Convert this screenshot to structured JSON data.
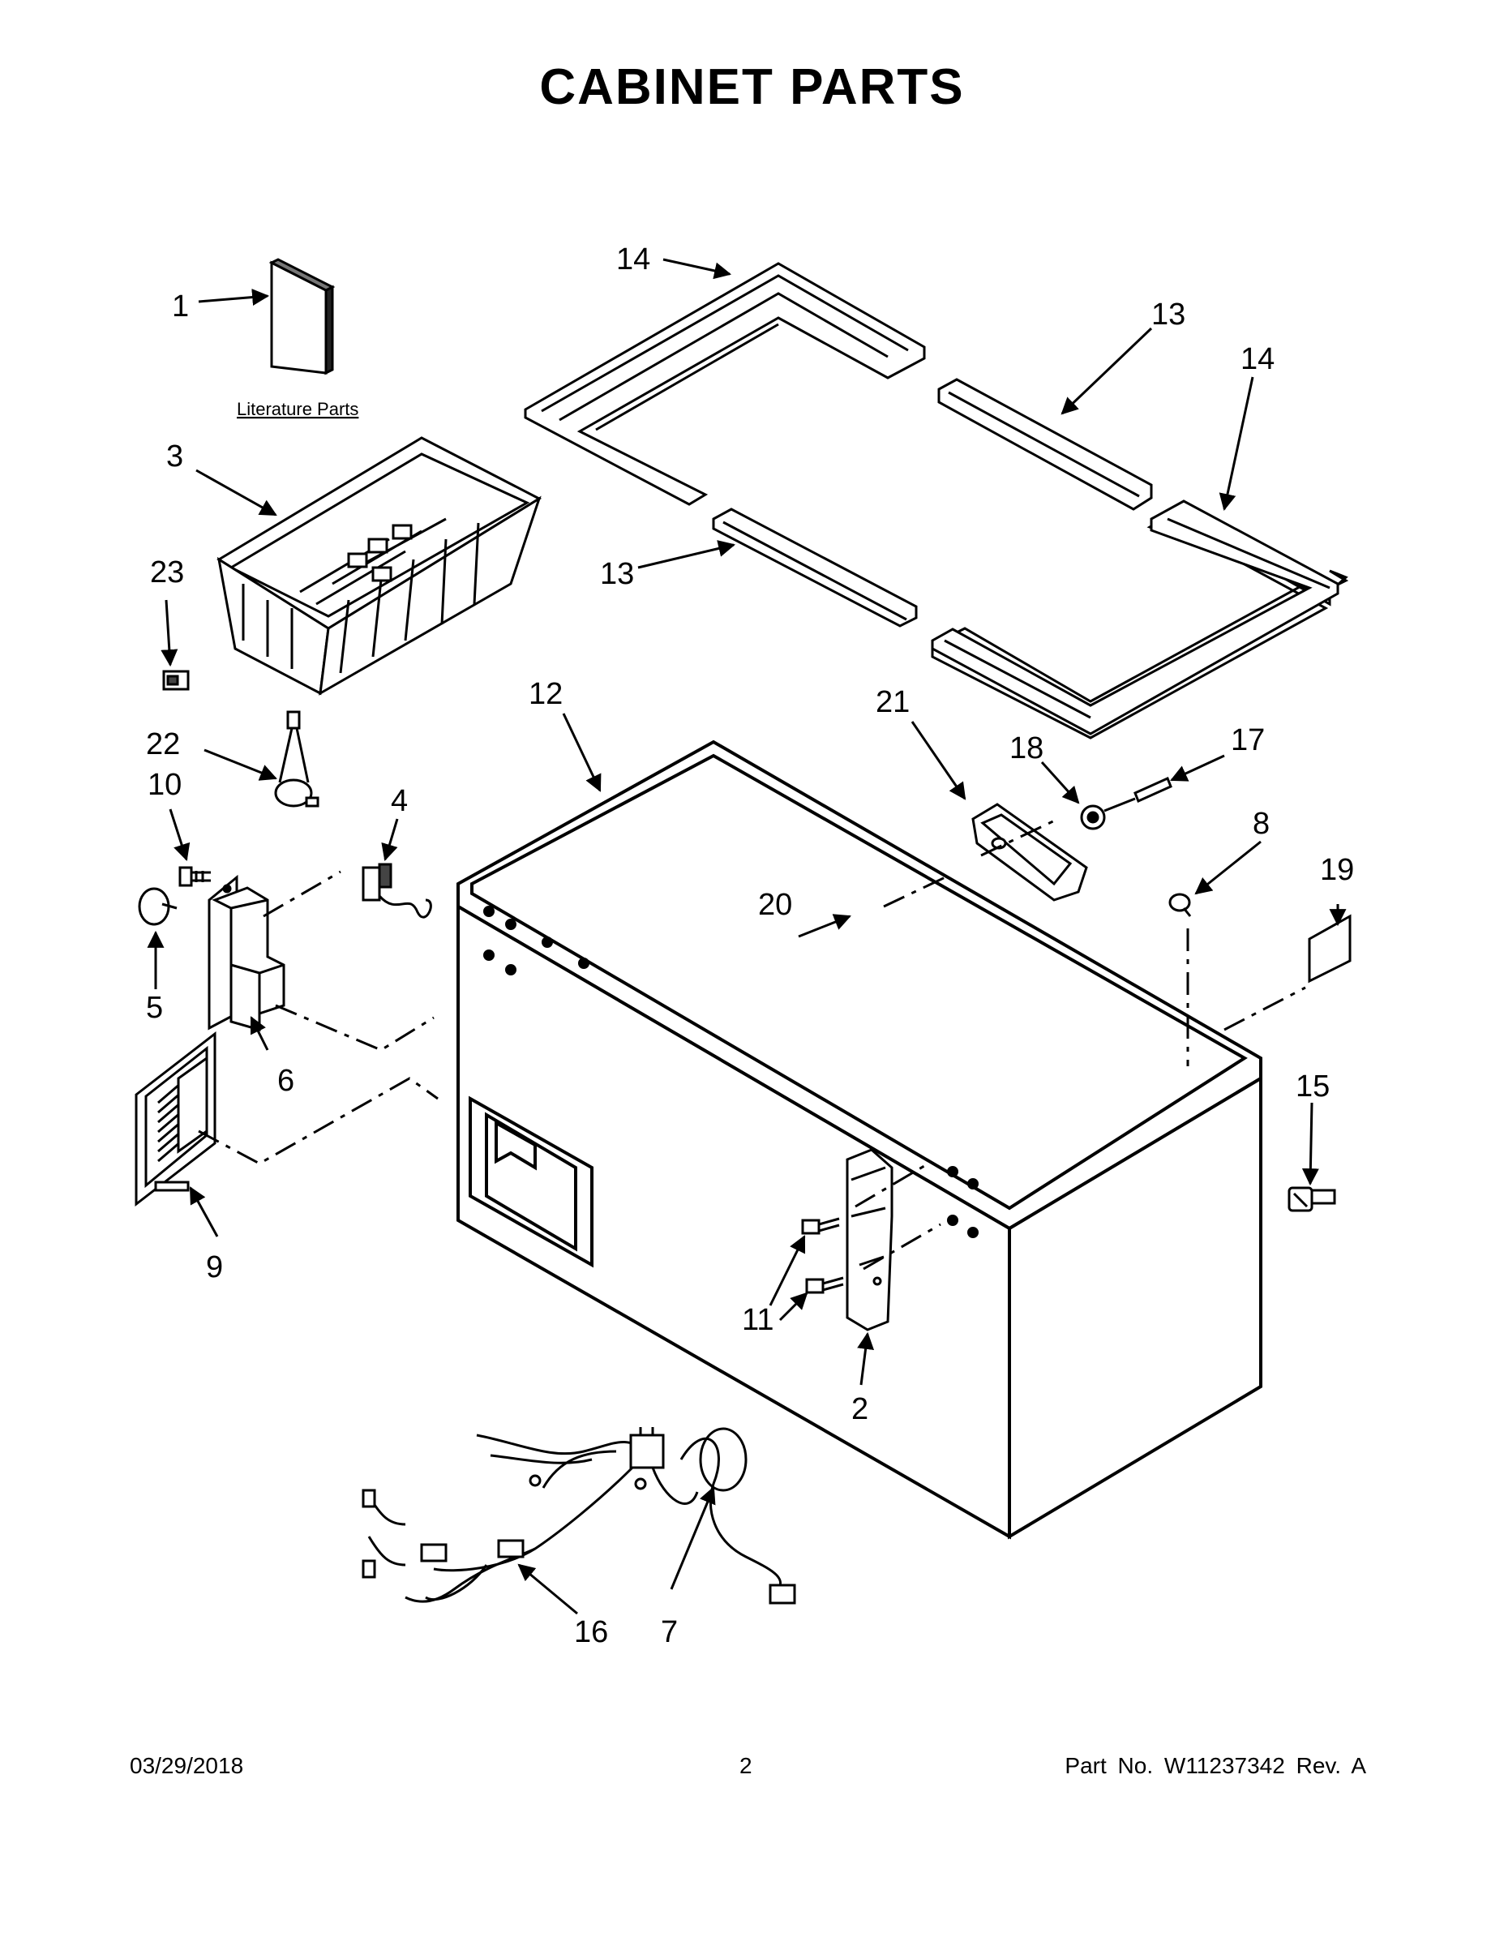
{
  "title": "CABINET PARTS",
  "literature_label": "Literature Parts",
  "callouts": {
    "c1": "1",
    "c2": "2",
    "c3": "3",
    "c4": "4",
    "c5": "5",
    "c6": "6",
    "c7": "7",
    "c8": "8",
    "c9": "9",
    "c10": "10",
    "c11": "11",
    "c12": "12",
    "c13a": "13",
    "c13b": "13",
    "c14a": "14",
    "c14b": "14",
    "c15": "15",
    "c16": "16",
    "c17": "17",
    "c18": "18",
    "c19": "19",
    "c20": "20",
    "c21": "21",
    "c22": "22",
    "c23": "23"
  },
  "footer": {
    "date": "03/29/2018",
    "page": "2",
    "part_no": "Part No.  W11237342  Rev.  A"
  }
}
